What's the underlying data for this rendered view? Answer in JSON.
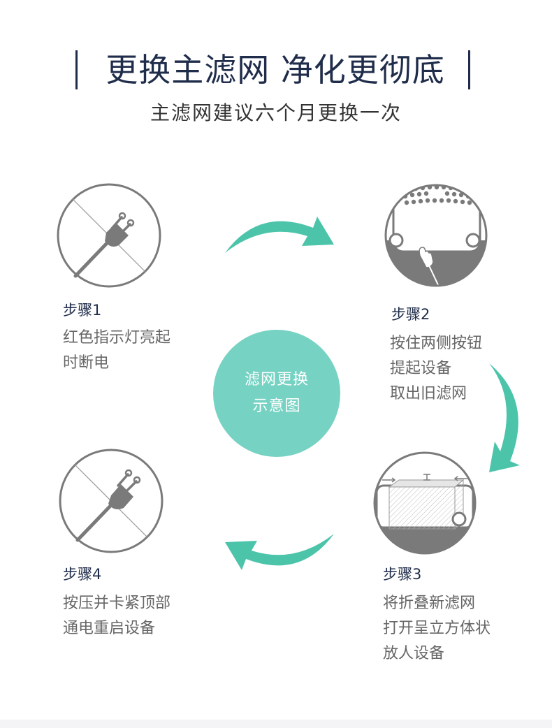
{
  "header": {
    "title": "更换主滤网 净化更彻底",
    "subtitle": "主滤网建议六个月更换一次"
  },
  "center": {
    "line1": "滤网更换",
    "line2": "示意图"
  },
  "steps": [
    {
      "title": "步骤1",
      "lines": [
        "红色指示灯亮起",
        "时断电"
      ]
    },
    {
      "title": "步骤2",
      "lines": [
        "按住两侧按钮",
        "提起设备",
        "取出旧滤网"
      ]
    },
    {
      "title": "步骤3",
      "lines": [
        "将折叠新滤网",
        "打开呈立方体状",
        "放人设备"
      ]
    },
    {
      "title": "步骤4",
      "lines": [
        "按压并卡紧顶部",
        "通电重启设备"
      ]
    }
  ],
  "colors": {
    "accent": "#76d2c2",
    "arrow": "#4cc4aa",
    "title": "#1f2c4a",
    "icon": "#7a7a7a"
  },
  "icons": [
    "unplug-icon",
    "lift-device-icon",
    "filter-cube-icon",
    "plug-in-icon",
    "cycle-arrow-icon"
  ]
}
